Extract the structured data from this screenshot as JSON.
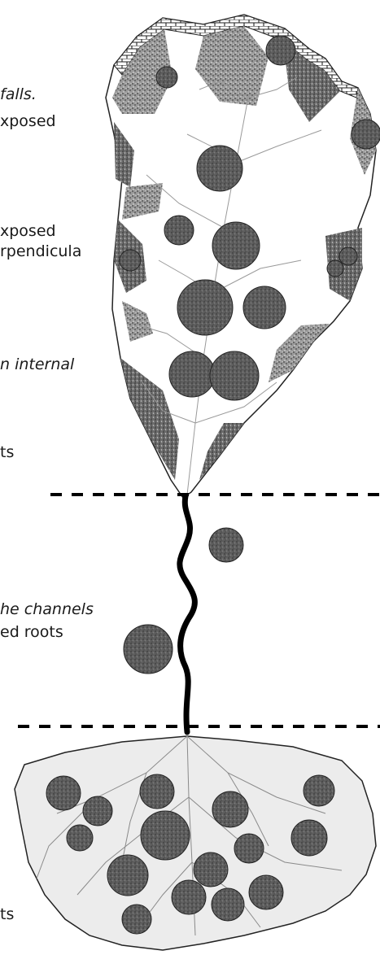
{
  "labels": {
    "l1": "falls.",
    "l2": "xposed",
    "l3": "xposed",
    "l4": "rpendicula",
    "l5": "n internal",
    "l6": "ts",
    "l7": "he channels",
    "l8": "ed roots",
    "l9": "ts"
  },
  "colors": {
    "stone": "#5a5a5a",
    "stone_dark": "#3a3a3a",
    "texture": "#8c8c8c",
    "root": "#000000",
    "lower_fill": "#ececec"
  },
  "icons": {
    "wall": "brick-wall-pattern",
    "stones": "stone-circle",
    "roots": "root-branches"
  }
}
